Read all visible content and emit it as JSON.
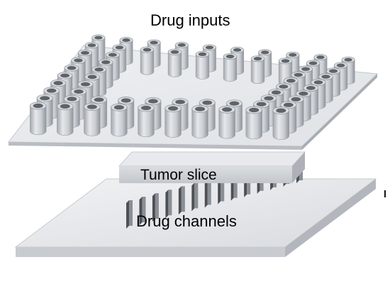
{
  "figure": {
    "labels": {
      "drug_inputs": "Drug inputs",
      "tumor_slice": "Tumor slice",
      "drug_channels": "Drug channels"
    },
    "components": {
      "top_plate": {
        "well_count": 48,
        "layout": "square ring of hollow cylindrical wells"
      },
      "middle_slab": "tumor slice",
      "bottom_plate": {
        "channel_count": 14,
        "layout": "parallel thin vertical fins"
      }
    },
    "colors": {
      "background": "#ffffff",
      "plate_top": "#e9ebee",
      "plate_edge": "#bfc3c8",
      "cylinder_light": "#e3e5e8",
      "cylinder_dark": "#9ea3a9",
      "bore": "#5f6469",
      "fin_dark": "#4c5055"
    }
  }
}
